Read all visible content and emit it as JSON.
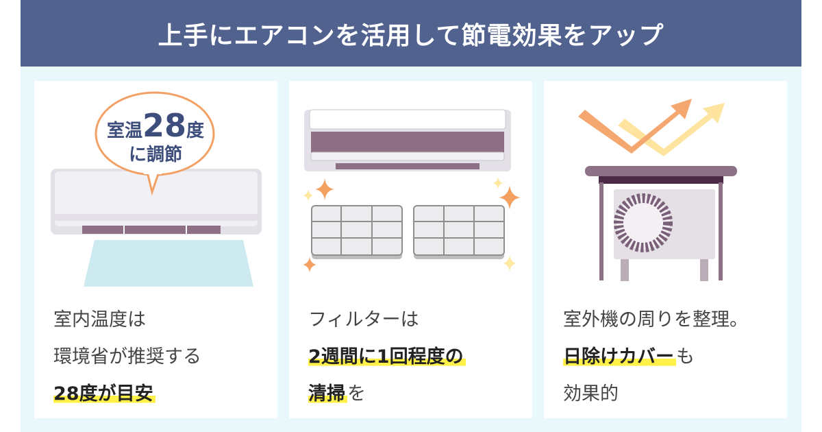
{
  "header": {
    "title": "上手にエアコンを活用して節電効果をアップ"
  },
  "panels": [
    {
      "bubble": {
        "prefix": "室温",
        "number": "28",
        "suffix": "度",
        "line2": "に調節"
      },
      "lines": [
        "室内温度は",
        "環境省が推奨する"
      ],
      "highlight": "28度が目安",
      "after": ""
    },
    {
      "line1": "フィルターは",
      "highlight1": "2週間に1回程度の",
      "highlight2": "清掃",
      "after": "を"
    },
    {
      "line1": "室外機の周りを整理。",
      "highlight": "日除けカバー",
      "after": "も",
      "line3": "効果的"
    }
  ],
  "colors": {
    "header": "#52628e",
    "background": "#e9f8fb",
    "highlight": "#fff04a",
    "accent_orange": "#f4a870",
    "unit_purple": "#8d6f86"
  }
}
